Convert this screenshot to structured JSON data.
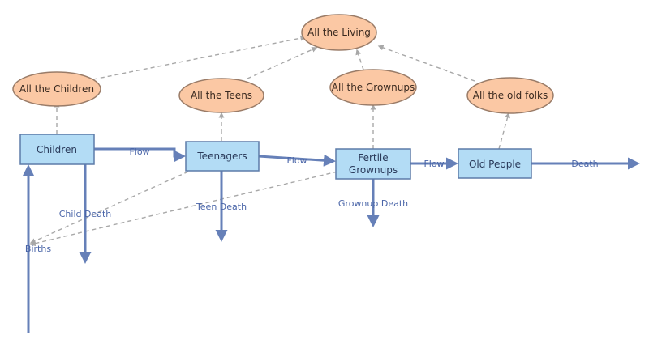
{
  "diagram": {
    "colors": {
      "stock_fill": "#b3dcf5",
      "stock_border": "#5d7ba8",
      "aggregate_fill": "#fbc8a4",
      "aggregate_border": "#9a7c68",
      "flow_arrow": "#6680b8",
      "dashed_link": "#a8a8a8",
      "label_text": "#4a65a8"
    },
    "stocks": {
      "children": "Children",
      "teenagers": "Teenagers",
      "fertile_line1": "Fertile",
      "fertile_line2": "Grownups",
      "old_people": "Old People"
    },
    "aggregates": {
      "all_the_living": "All the Living",
      "all_the_children": "All the Children",
      "all_the_teens": "All the Teens",
      "all_the_grownups": "All the Grownups",
      "all_the_old_folks": "All the old folks"
    },
    "flow_labels": {
      "flow_children_teens": "Flow",
      "flow_teens_grownups": "Flow",
      "flow_grownups_old": "Flow",
      "death": "Death",
      "child_death": "Child Death",
      "teen_death": "Teen Death",
      "grownup_death": "Grownup Death",
      "births": "Births"
    }
  }
}
